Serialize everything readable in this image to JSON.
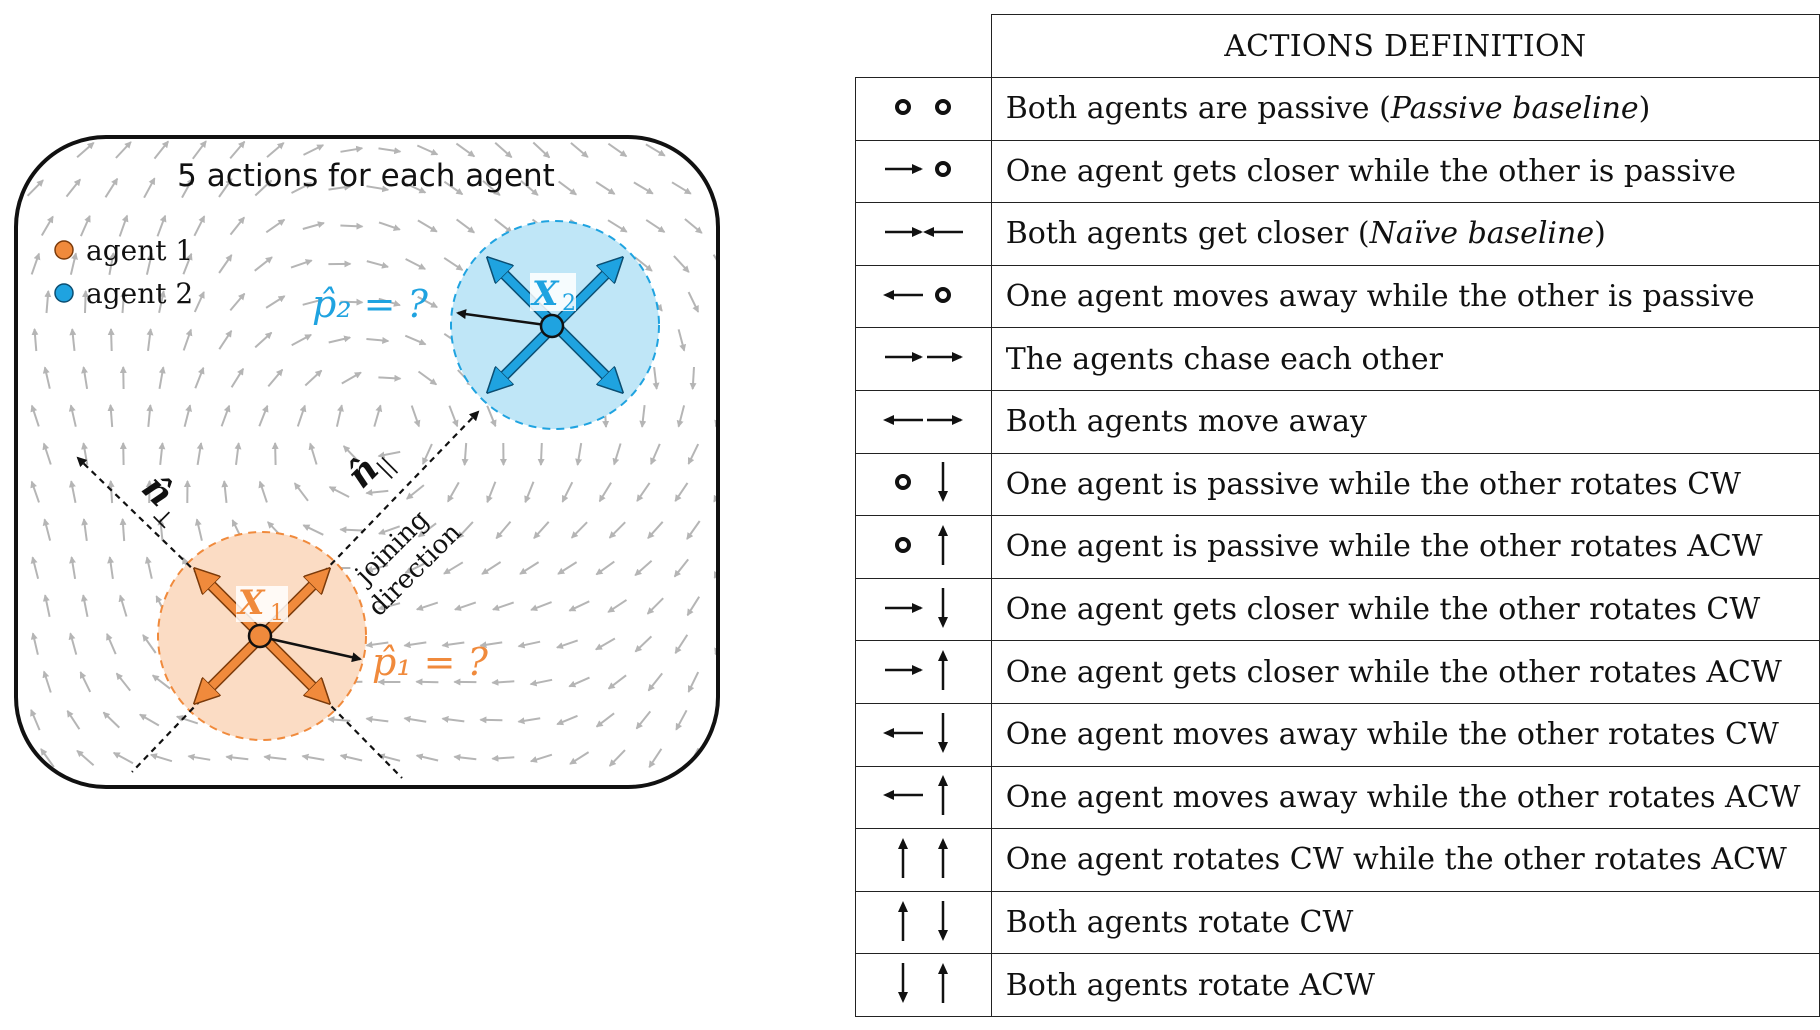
{
  "diagram": {
    "title": "5 actions for each agent",
    "legend": [
      {
        "label": "agent 1",
        "color": "#f08a3c"
      },
      {
        "label": "agent 2",
        "color": "#1fa3e0"
      }
    ],
    "labels": {
      "x2": "X",
      "x2_sub": "2",
      "x1": "X",
      "x1_sub": "1",
      "p2": "p̂₂ = ?",
      "p1": "p̂₁ = ?",
      "n_parallel": "n̂",
      "n_parallel_sub": "||",
      "n_perp": "n̂",
      "n_perp_sub": "⊥",
      "joining_1": "joining",
      "joining_2": "direction"
    },
    "colors": {
      "agent1": "#f08a3c",
      "agent1_fill": "#fbdcc4",
      "agent2": "#1fa3e0",
      "agent2_fill": "#bfe6f7",
      "field_arrow": "#b5b5b5"
    }
  },
  "table": {
    "header": "ACTIONS DEFINITION",
    "rows": [
      {
        "sym": "oo",
        "text": "Both agents are passive (",
        "em": "Passive baseline",
        "tail": ")"
      },
      {
        "sym": "ro",
        "text": "One agent gets closer while the other is passive",
        "em": "",
        "tail": ""
      },
      {
        "sym": "rl",
        "text": "Both agents get closer (",
        "em": "Naïve baseline",
        "tail": ")"
      },
      {
        "sym": "lo",
        "text": "One agent moves away while the other is passive",
        "em": "",
        "tail": ""
      },
      {
        "sym": "rr",
        "text": "The agents chase each other",
        "em": "",
        "tail": ""
      },
      {
        "sym": "lr",
        "text": "Both agents move away",
        "em": "",
        "tail": ""
      },
      {
        "sym": "od",
        "text": "One agent is passive while the other rotates CW",
        "em": "",
        "tail": ""
      },
      {
        "sym": "ou",
        "text": "One agent is passive while the other rotates ACW",
        "em": "",
        "tail": ""
      },
      {
        "sym": "rd",
        "text": "One agent gets closer while the other rotates CW",
        "em": "",
        "tail": ""
      },
      {
        "sym": "ru",
        "text": "One agent gets closer while the other rotates ACW",
        "em": "",
        "tail": ""
      },
      {
        "sym": "ld",
        "text": "One agent moves away while the other rotates CW",
        "em": "",
        "tail": ""
      },
      {
        "sym": "lu",
        "text": "One agent moves away while the other rotates ACW",
        "em": "",
        "tail": ""
      },
      {
        "sym": "uu",
        "text": "One agent rotates CW while the other rotates ACW",
        "em": "",
        "tail": ""
      },
      {
        "sym": "ud",
        "text": "Both agents rotate CW",
        "em": "",
        "tail": ""
      },
      {
        "sym": "du",
        "text": "Both agents rotate ACW",
        "em": "",
        "tail": ""
      }
    ]
  }
}
